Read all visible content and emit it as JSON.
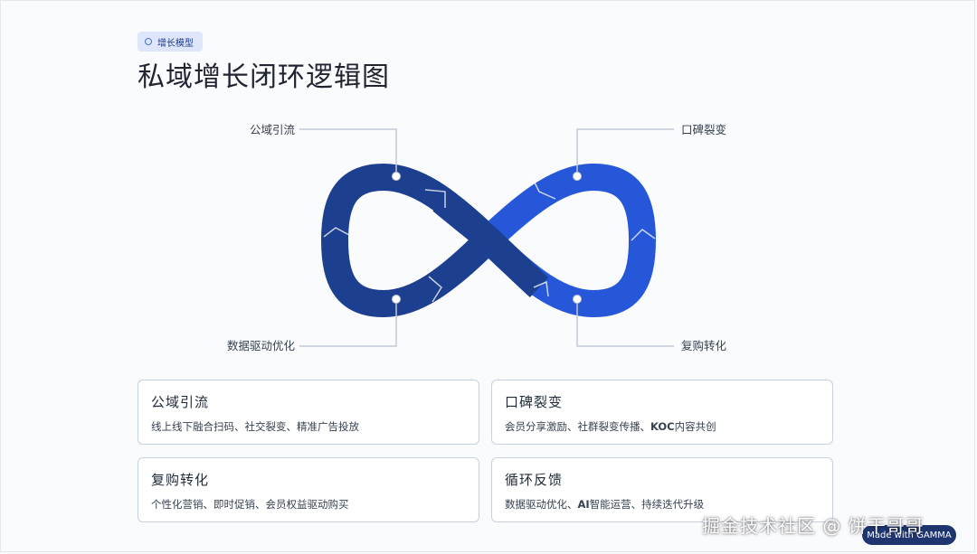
{
  "badge": {
    "label": "增长模型"
  },
  "title": "私域增长闭环逻辑图",
  "diagram": {
    "labels": {
      "top_left": "公域引流",
      "top_right": "口碑裂变",
      "bottom_left": "数据驱动优化",
      "bottom_right": "复购转化"
    },
    "colors": {
      "dark": "#1d3f8f",
      "light": "#2657d8",
      "connector": "#c2c9d6"
    }
  },
  "cards": [
    {
      "title": "公域引流",
      "desc": "线上线下融合扫码、社交裂变、精准广告投放"
    },
    {
      "title": "口碑裂变",
      "desc_a": "会员分享激励、社群裂变传播、",
      "desc_b": "KOC",
      "desc_c": "内容共创"
    },
    {
      "title": "复购转化",
      "desc": "个性化营销、即时促销、会员权益驱动购买"
    },
    {
      "title": "循环反馈",
      "desc_a": "数据驱动优化、",
      "desc_b": "AI",
      "desc_c": "智能运营、持续迭代升级"
    }
  ],
  "watermark": "掘金技术社区 @ 饼干哥哥",
  "made_with": "Made with GAMMA"
}
